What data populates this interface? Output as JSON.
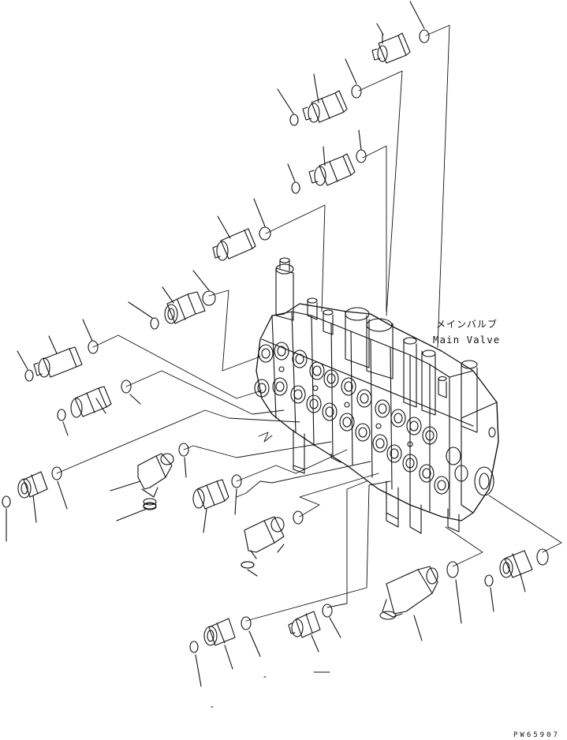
{
  "diagram": {
    "label_jp": "メインバルブ",
    "label_en": "Main Valve",
    "drawing_code": "PW65907"
  },
  "colors": {
    "ink": "#111111",
    "paper": "#ffffff"
  }
}
